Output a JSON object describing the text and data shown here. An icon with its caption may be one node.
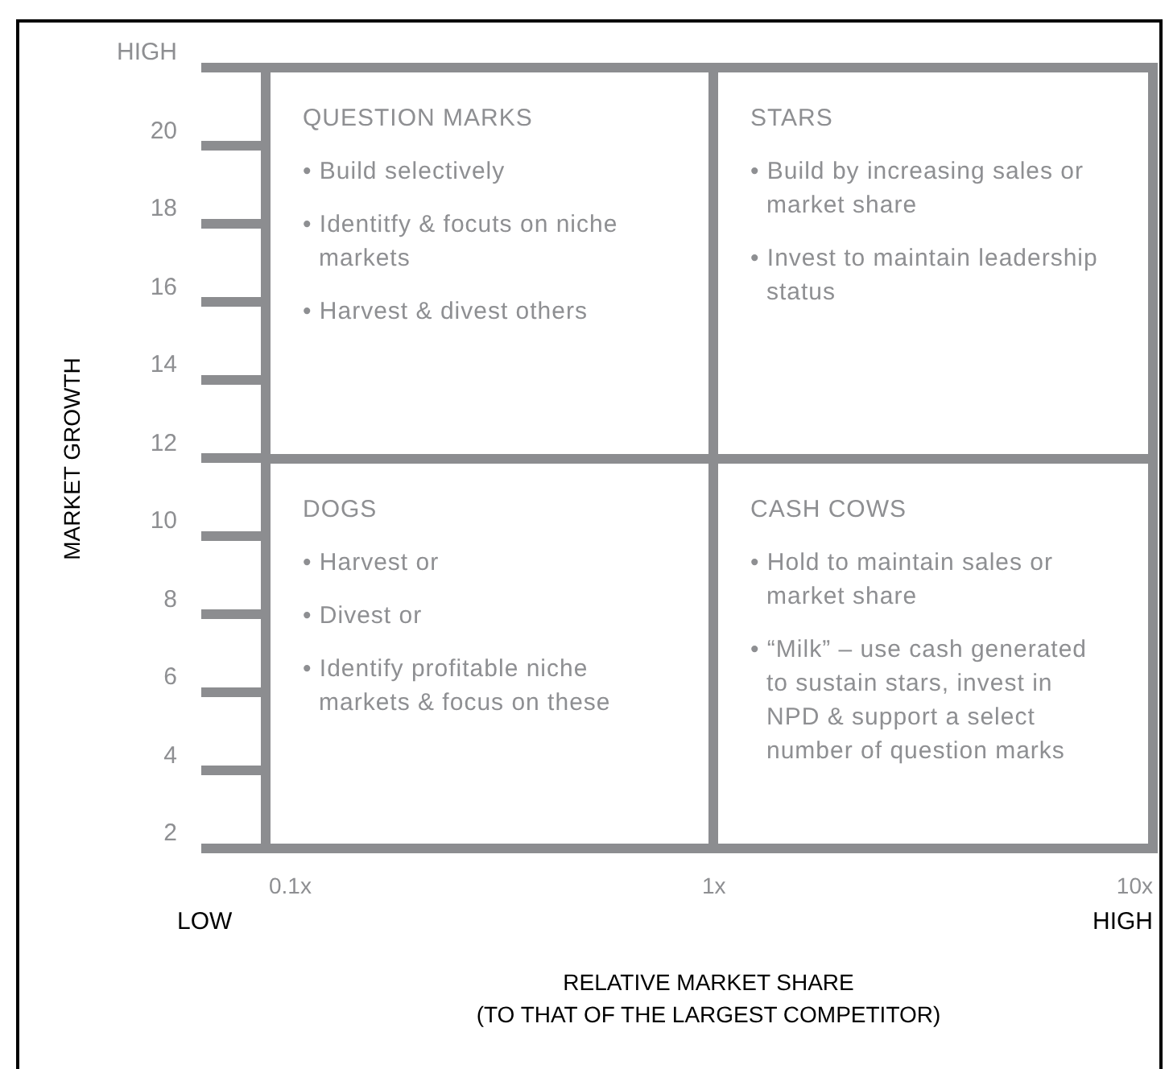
{
  "diagram": {
    "nodes": [
      {
        "text": [
          "QUESTION MARKS",
          "• Build selectively",
          "• Identitfy & focuts on niche markets",
          "• Harvest & divest others"
        ]
      },
      {
        "text": [
          "STARS",
          "• Build by increasing sales or market share",
          "• Invest to maintain leadership status"
        ]
      },
      {
        "text": [
          "DOGS",
          "• Harvest or",
          "• Divest or",
          "• Identify profitable niche markets & focus on these"
        ]
      },
      {
        "text": [
          "CASH COWS",
          "• Hold to maintain sales or market share",
          "• “Milk” – use cash generated to sustain stars, invest in NPD & support a select number of question marks"
        ]
      }
    ],
    "labels": [
      "HIGH",
      "20",
      "18",
      "16",
      "14",
      "12",
      "10",
      "8",
      "6",
      "4",
      "2",
      "MARKET GROWTH",
      "0.1x",
      "1x",
      "10x",
      "LOW",
      "HIGH",
      "RELATIVE MARKET SHARE",
      "(TO THAT OF THE LARGEST COMPETITOR)"
    ]
  }
}
